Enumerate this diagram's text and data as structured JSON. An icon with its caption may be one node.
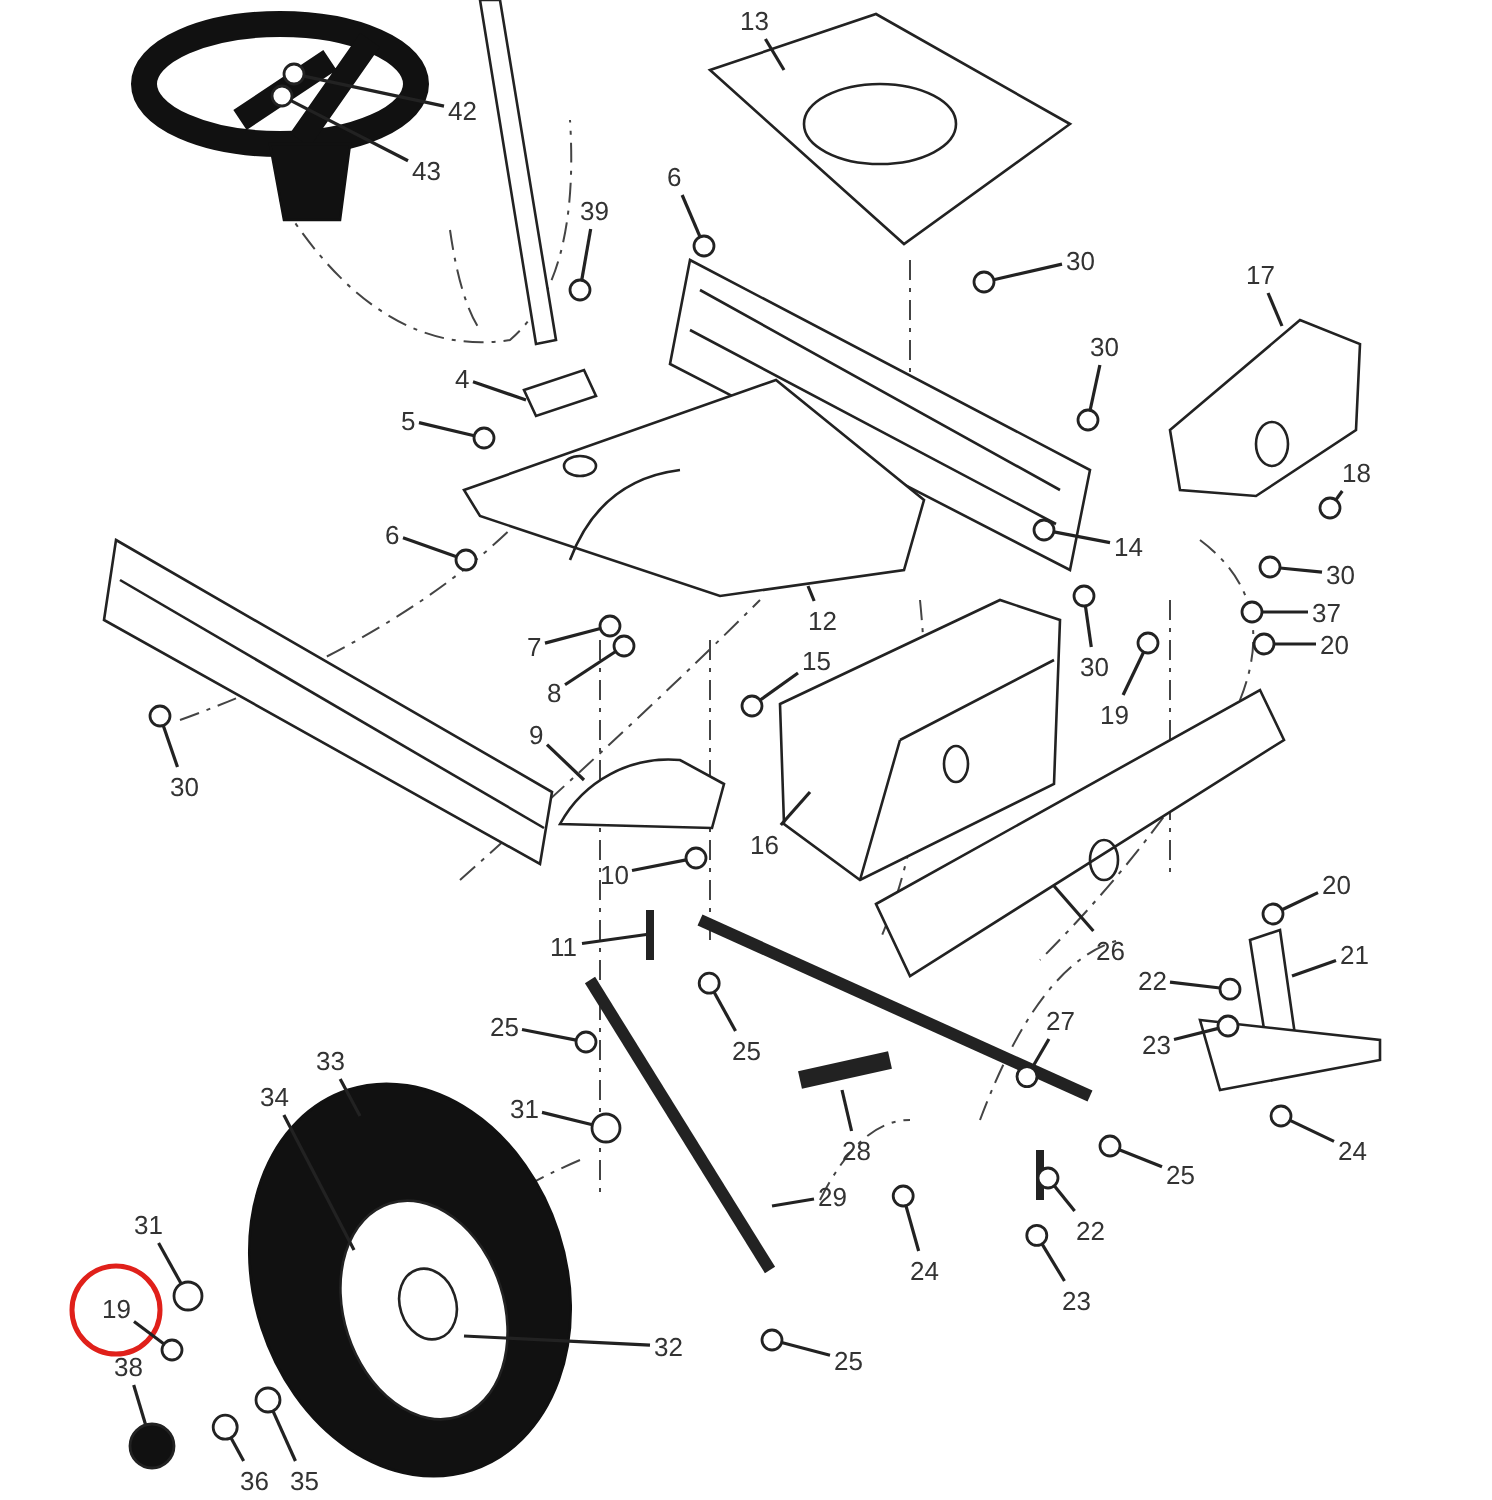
{
  "diagram": {
    "nodes": [
      {
        "text": [
          "42"
        ]
      },
      {
        "text": [
          "43"
        ]
      },
      {
        "text": [
          "13"
        ]
      },
      {
        "text": [
          "39"
        ]
      },
      {
        "text": [
          "6"
        ]
      },
      {
        "text": [
          "30"
        ]
      },
      {
        "text": [
          "17"
        ]
      },
      {
        "text": [
          "4"
        ]
      },
      {
        "text": [
          "5"
        ]
      },
      {
        "text": [
          "30"
        ]
      },
      {
        "text": [
          "6"
        ]
      },
      {
        "text": [
          "14"
        ]
      },
      {
        "text": [
          "18"
        ]
      },
      {
        "text": [
          "30"
        ]
      },
      {
        "text": [
          "37"
        ]
      },
      {
        "text": [
          "20"
        ]
      },
      {
        "text": [
          "12"
        ]
      },
      {
        "text": [
          "30"
        ]
      },
      {
        "text": [
          "15"
        ]
      },
      {
        "text": [
          "19"
        ]
      },
      {
        "text": [
          "7"
        ]
      },
      {
        "text": [
          "8"
        ]
      },
      {
        "text": [
          "30"
        ]
      },
      {
        "text": [
          "9"
        ]
      },
      {
        "text": [
          "16"
        ]
      },
      {
        "text": [
          "10"
        ]
      },
      {
        "text": [
          "26"
        ]
      },
      {
        "text": [
          "20"
        ]
      },
      {
        "text": [
          "21"
        ]
      },
      {
        "text": [
          "11"
        ]
      },
      {
        "text": [
          "22"
        ]
      },
      {
        "text": [
          "25"
        ]
      },
      {
        "text": [
          "25"
        ]
      },
      {
        "text": [
          "27"
        ]
      },
      {
        "text": [
          "23"
        ]
      },
      {
        "text": [
          "33"
        ]
      },
      {
        "text": [
          "34"
        ]
      },
      {
        "text": [
          "31"
        ]
      },
      {
        "text": [
          "28"
        ]
      },
      {
        "text": [
          "25"
        ]
      },
      {
        "text": [
          "24"
        ]
      },
      {
        "text": [
          "29"
        ]
      },
      {
        "text": [
          "22"
        ]
      },
      {
        "text": [
          "31"
        ]
      },
      {
        "text": [
          "24"
        ]
      },
      {
        "text": [
          "19"
        ]
      },
      {
        "text": [
          "32"
        ]
      },
      {
        "text": [
          "23"
        ]
      },
      {
        "text": [
          "25"
        ]
      },
      {
        "text": [
          "38"
        ]
      },
      {
        "text": [
          "36"
        ]
      },
      {
        "text": [
          "35"
        ]
      },
      {
        "text": [],
        "shape": "circle"
      },
      {
        "text": [],
        "shape": "circle"
      },
      {
        "text": [],
        "shape": "circle"
      },
      {
        "text": [],
        "shape": "circle"
      },
      {
        "text": [],
        "shape": "circle"
      },
      {
        "text": [],
        "shape": "circle"
      },
      {
        "text": [],
        "shape": "circle"
      },
      {
        "text": [],
        "shape": "circle"
      },
      {
        "text": [],
        "shape": "circle"
      },
      {
        "text": [],
        "shape": "circle"
      },
      {
        "text": [],
        "shape": "circle"
      },
      {
        "text": [],
        "shape": "circle"
      },
      {
        "text": [],
        "shape": "circle"
      },
      {
        "text": [],
        "shape": "circle"
      },
      {
        "text": [],
        "shape": "circle"
      },
      {
        "text": [],
        "shape": "circle"
      },
      {
        "text": [],
        "shape": "circle"
      },
      {
        "text": [],
        "shape": "circle"
      },
      {
        "text": [],
        "shape": "circle"
      },
      {
        "text": [],
        "shape": "circle"
      },
      {
        "text": [],
        "shape": "circle"
      },
      {
        "text": [],
        "shape": "circle"
      },
      {
        "text": [],
        "shape": "circle"
      },
      {
        "text": [],
        "shape": "circle"
      },
      {
        "text": [],
        "shape": "circle"
      },
      {
        "text": [],
        "shape": "circle"
      },
      {
        "text": [],
        "shape": "circle"
      },
      {
        "text": [],
        "shape": "circle"
      },
      {
        "text": [],
        "shape": "circle"
      },
      {
        "text": [],
        "shape": "circle"
      },
      {
        "text": [],
        "shape": "circle"
      },
      {
        "text": [],
        "shape": "circle"
      },
      {
        "text": [],
        "shape": "circle"
      },
      {
        "text": [],
        "shape": "circle"
      },
      {
        "text": [],
        "shape": "circle"
      },
      {
        "text": [],
        "shape": "circle"
      },
      {
        "text": [],
        "shape": "circle"
      },
      {
        "text": [],
        "shape": "circle"
      },
      {
        "text": [],
        "shape": "box"
      }
    ],
    "edges": [
      {
        "from": 0,
        "to": 52,
        "arrow": "none"
      },
      {
        "from": 1,
        "to": 53,
        "arrow": "none"
      },
      {
        "from": 2,
        "to": null,
        "arrow": "none"
      },
      {
        "from": 3,
        "to": 54,
        "arrow": "none"
      },
      {
        "from": 4,
        "to": 55,
        "arrow": "none"
      },
      {
        "from": 5,
        "to": 56,
        "arrow": "none"
      },
      {
        "from": 6,
        "to": null,
        "arrow": "none"
      },
      {
        "from": 7,
        "to": 90,
        "arrow": "none"
      },
      {
        "from": 8,
        "to": 57,
        "arrow": "none"
      },
      {
        "from": 9,
        "to": 58,
        "arrow": "none"
      },
      {
        "from": 10,
        "to": 59,
        "arrow": "none"
      },
      {
        "from": 11,
        "to": 60,
        "arrow": "none"
      },
      {
        "from": 12,
        "to": 61,
        "arrow": "none"
      },
      {
        "from": 13,
        "to": 62,
        "arrow": "none"
      },
      {
        "from": 14,
        "to": 63,
        "arrow": "none"
      },
      {
        "from": 15,
        "to": 64,
        "arrow": "none"
      },
      {
        "from": 16,
        "to": null,
        "arrow": "none"
      },
      {
        "from": 17,
        "to": 65,
        "arrow": "none"
      },
      {
        "from": 18,
        "to": 66,
        "arrow": "none"
      },
      {
        "from": 19,
        "to": 67,
        "arrow": "none"
      },
      {
        "from": 20,
        "to": 68,
        "arrow": "none"
      },
      {
        "from": 21,
        "to": 69,
        "arrow": "none"
      },
      {
        "from": 22,
        "to": 70,
        "arrow": "none"
      },
      {
        "from": 23,
        "to": null,
        "arrow": "none"
      },
      {
        "from": 24,
        "to": null,
        "arrow": "none"
      },
      {
        "from": 25,
        "to": 71,
        "arrow": "none"
      },
      {
        "from": 26,
        "to": null,
        "arrow": "none"
      },
      {
        "from": 27,
        "to": 72,
        "arrow": "none"
      },
      {
        "from": 28,
        "to": null,
        "arrow": "none"
      },
      {
        "from": 29,
        "to": null,
        "arrow": "none"
      },
      {
        "from": 30,
        "to": 73,
        "arrow": "none"
      },
      {
        "from": 31,
        "to": 74,
        "arrow": "none"
      },
      {
        "from": 32,
        "to": 75,
        "arrow": "none"
      },
      {
        "from": 33,
        "to": 76,
        "arrow": "none"
      },
      {
        "from": 34,
        "to": 77,
        "arrow": "none"
      },
      {
        "from": 35,
        "to": null,
        "arrow": "none"
      },
      {
        "from": 36,
        "to": null,
        "arrow": "none"
      },
      {
        "from": 37,
        "to": 89,
        "arrow": "none"
      },
      {
        "from": 38,
        "to": null,
        "arrow": "none"
      },
      {
        "from": 39,
        "to": 78,
        "arrow": "none"
      },
      {
        "from": 40,
        "to": 79,
        "arrow": "none"
      },
      {
        "from": 41,
        "to": null,
        "arrow": "none"
      },
      {
        "from": 42,
        "to": 80,
        "arrow": "none"
      },
      {
        "from": 43,
        "to": 81,
        "arrow": "none"
      },
      {
        "from": 44,
        "to": 82,
        "arrow": "none"
      },
      {
        "from": 45,
        "to": 83,
        "arrow": "none"
      },
      {
        "from": 46,
        "to": null,
        "arrow": "none"
      },
      {
        "from": 47,
        "to": 84,
        "arrow": "none"
      },
      {
        "from": 48,
        "to": 85,
        "arrow": "none"
      },
      {
        "from": 49,
        "to": 86,
        "arrow": "none"
      },
      {
        "from": 50,
        "to": 87,
        "arrow": "none"
      },
      {
        "from": 51,
        "to": 88,
        "arrow": "none"
      }
    ]
  }
}
